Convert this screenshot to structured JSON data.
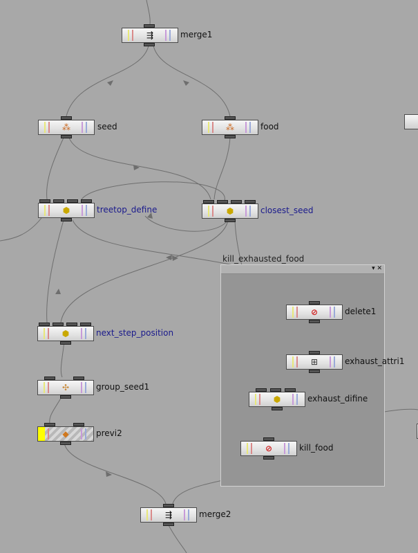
{
  "network_box": {
    "title": "kill_exhausted_food",
    "controls": "▾ ✕"
  },
  "nodes": {
    "merge1": {
      "label": "merge1",
      "icon": "merge-icon",
      "glyph": "⇶"
    },
    "seed": {
      "label": "seed",
      "icon": "point-generate-icon",
      "glyph": "⁂"
    },
    "food": {
      "label": "food",
      "icon": "point-generate-icon",
      "glyph": "⁂"
    },
    "treetop_define": {
      "label": "treetop_define",
      "icon": "wrangle-icon",
      "glyph": "⬢"
    },
    "closest_seed": {
      "label": "closest_seed",
      "icon": "wrangle-icon",
      "glyph": "⬢"
    },
    "next_step_position": {
      "label": "next_step_position",
      "icon": "wrangle-icon",
      "glyph": "⬢"
    },
    "group_seed1": {
      "label": "group_seed1",
      "icon": "group-icon",
      "glyph": "✣"
    },
    "previ2": {
      "label": "previ2",
      "icon": "visualize-icon",
      "glyph": "◆"
    },
    "merge2": {
      "label": "merge2",
      "icon": "merge-icon",
      "glyph": "⇶"
    },
    "delete1": {
      "label": "delete1",
      "icon": "delete-icon",
      "glyph": "⊘"
    },
    "exhaust_attri1": {
      "label": "exhaust_attri1",
      "icon": "attribute-create-icon",
      "glyph": "⊞"
    },
    "exhaust_difine": {
      "label": "exhaust_difine",
      "icon": "wrangle-icon",
      "glyph": "⬢"
    },
    "kill_food": {
      "label": "kill_food",
      "icon": "delete-icon",
      "glyph": "⊘"
    }
  },
  "colors": {
    "background": "#a8a8a8",
    "netbox": "#959595",
    "display_flag": "#ffff00",
    "wire": "#6e6e6e",
    "label_blue": "#1a1a8c"
  }
}
